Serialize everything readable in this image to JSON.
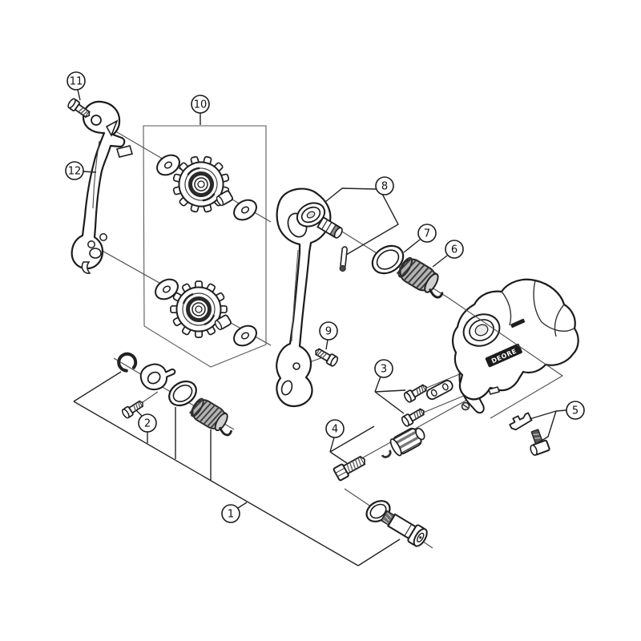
{
  "diagram": {
    "kind": "exploded parts diagram",
    "subject": "bicycle rear derailleur",
    "badge_text": "DEORE",
    "colors": {
      "background": "#ffffff",
      "outline": "#1c1c1c",
      "thin_line": "#4a4a4a",
      "metal_dark": "#585858",
      "spring_gray": "#b3b3b3",
      "badge_bg": "#1c1c1c",
      "badge_fg": "#ffffff"
    },
    "callouts": [
      {
        "label": "1",
        "part": "unit-assembly-bracket"
      },
      {
        "label": "2",
        "part": "cam-fixing-screw"
      },
      {
        "label": "3",
        "part": "switch-unit-screws-and-plate"
      },
      {
        "label": "4",
        "part": "cable-adjusting-bolt-unit"
      },
      {
        "label": "5",
        "part": "cable-fixing-bolt-and-plate"
      },
      {
        "label": "6",
        "part": "tension-spring"
      },
      {
        "label": "7",
        "part": "o-ring-seal"
      },
      {
        "label": "8",
        "part": "plate-axle-assembly"
      },
      {
        "label": "9",
        "part": "plate-stopper-pin"
      },
      {
        "label": "10",
        "part": "pulley-set"
      },
      {
        "label": "11",
        "part": "bracket-fixing-screw"
      },
      {
        "label": "12",
        "part": "outer-plate"
      }
    ]
  }
}
